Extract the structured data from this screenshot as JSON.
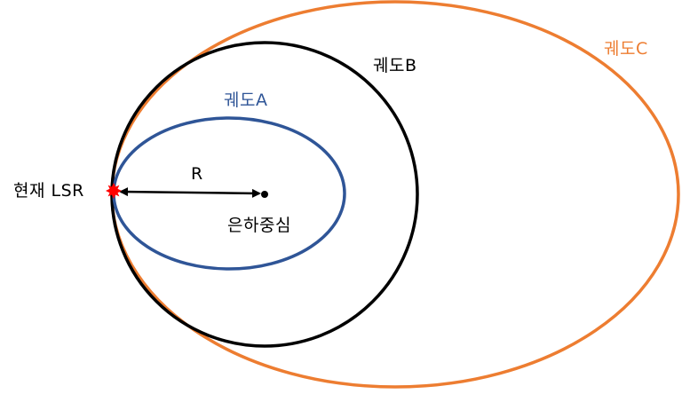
{
  "diagram": {
    "labels": {
      "orbit_a": "궤도A",
      "orbit_b": "궤도B",
      "orbit_c": "궤도C",
      "current_lsr": "현재 LSR",
      "radius": "R",
      "galactic_center": "은하중심"
    },
    "colors": {
      "orbit_a": "#2F5597",
      "orbit_b": "#000000",
      "orbit_c": "#ED7D31",
      "lsr_marker": "#FF0000",
      "arrow": "#000000",
      "text": "#000000"
    },
    "icons": {
      "lsr_marker": "red-star-burst",
      "galactic_center": "black-dot",
      "radius_arrow": "double-headed-arrow"
    }
  }
}
